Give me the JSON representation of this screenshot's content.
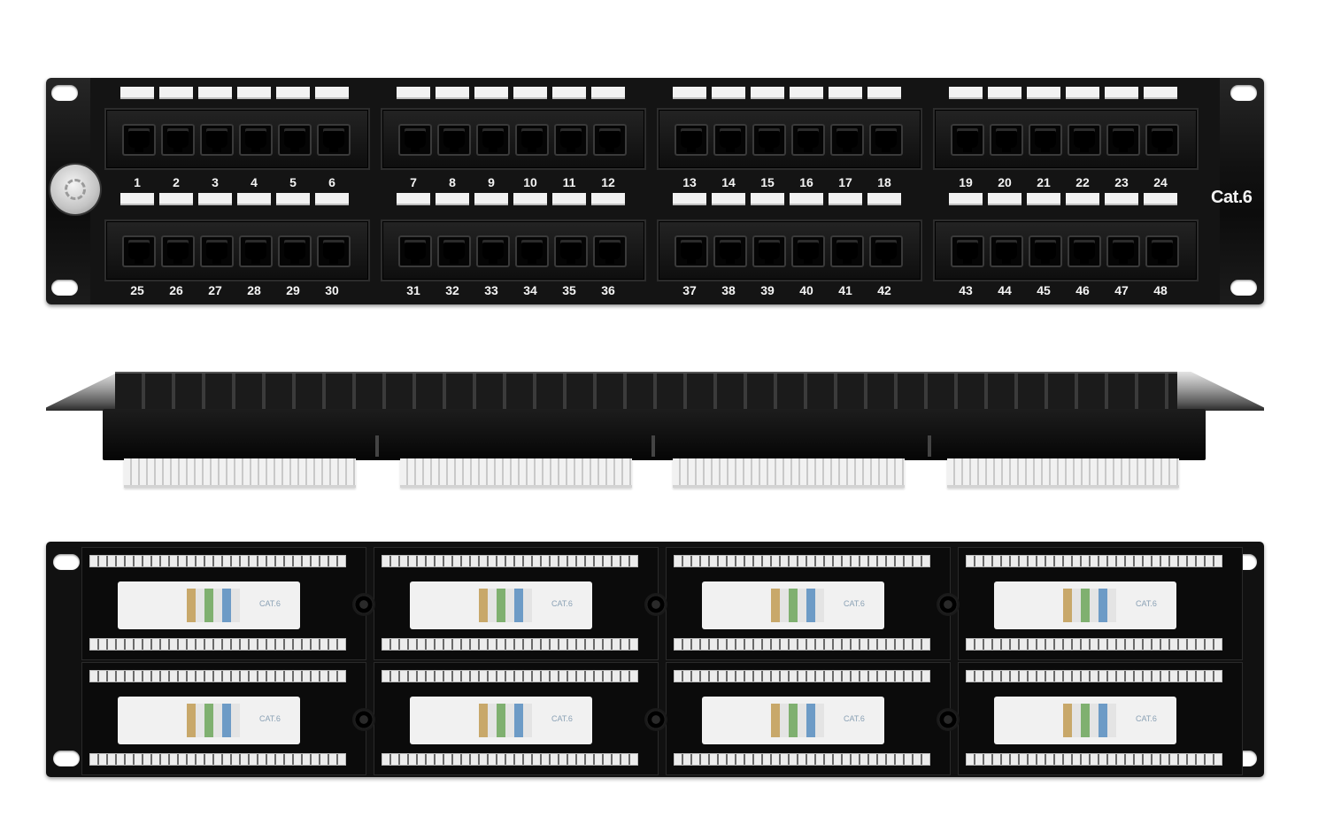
{
  "front_panel": {
    "category_label": "Cat.6",
    "ports_top": [
      "1",
      "2",
      "3",
      "4",
      "5",
      "6",
      "7",
      "8",
      "9",
      "10",
      "11",
      "12",
      "13",
      "14",
      "15",
      "16",
      "17",
      "18",
      "19",
      "20",
      "21",
      "22",
      "23",
      "24"
    ],
    "ports_bottom": [
      "25",
      "26",
      "27",
      "28",
      "29",
      "30",
      "31",
      "32",
      "33",
      "34",
      "35",
      "36",
      "37",
      "38",
      "39",
      "40",
      "41",
      "42",
      "43",
      "44",
      "45",
      "46",
      "47",
      "48"
    ]
  },
  "back_panel": {
    "module_label": "CAT.6"
  },
  "colors": {
    "panel": "#111111",
    "label_strip": "#f2f2f2",
    "background": "#ffffff"
  }
}
